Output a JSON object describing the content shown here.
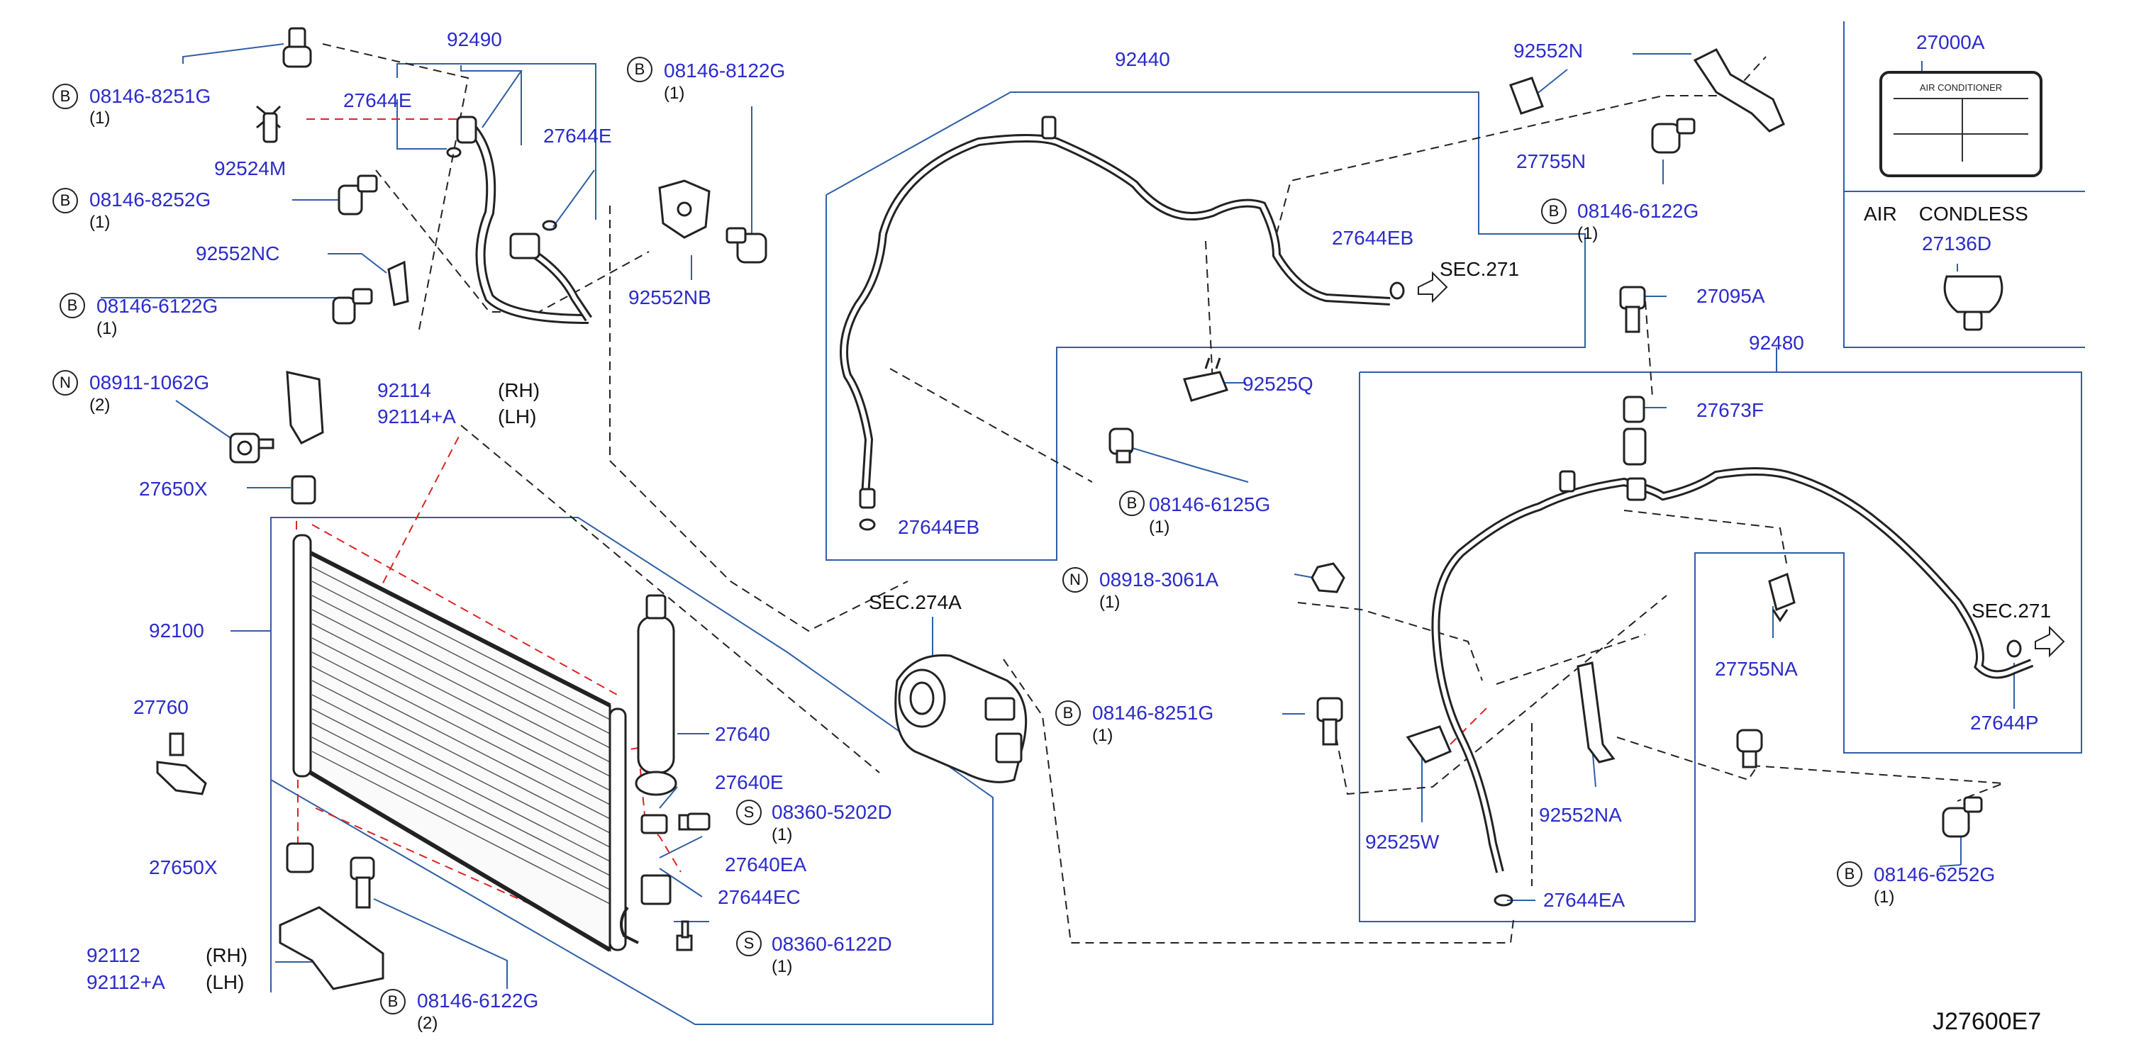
{
  "colors": {
    "part_number": "#2b2bcc",
    "leader": "#2e5fa6",
    "dashed": "#222222",
    "red_dashed": "#dd2222",
    "outline": "#222222"
  },
  "codes": {
    "diagram": "J27600E7"
  },
  "badges": {
    "b": "B",
    "n": "N",
    "s": "S"
  },
  "parts": {
    "p08146_8251G_a": "08146-8251G",
    "q08146_8251G_a": "(1)",
    "p92524M": "92524M",
    "p08146_8252G": "08146-8252G",
    "q08146_8252G": "(1)",
    "p92552NC": "92552NC",
    "p08146_6122G_a": "08146-6122G",
    "q08146_6122G_a": "(1)",
    "p08911_1062G": "08911-1062G",
    "q08911_1062G": "(2)",
    "p92114": "92114",
    "rh1": "(RH)",
    "p92114A": "92114+A",
    "lh1": "(LH)",
    "p27650X_a": "27650X",
    "p92100": "92100",
    "p27760": "27760",
    "p27650X_b": "27650X",
    "p92112": "92112",
    "rh2": "(RH)",
    "p92112A": "92112+A",
    "lh2": "(LH)",
    "p08146_6122G_b": "08146-6122G",
    "q08146_6122G_b": "(2)",
    "p92490": "92490",
    "p27644E_a": "27644E",
    "p27644E_b": "27644E",
    "p08146_8122G": "08146-8122G",
    "q08146_8122G": "(1)",
    "p92552NB": "92552NB",
    "p27640": "27640",
    "p27640E": "27640E",
    "p08360_5202D": "08360-5202D",
    "q08360_5202D": "(1)",
    "p27640EA": "27640EA",
    "p27644EC": "27644EC",
    "p08360_6122D": "08360-6122D",
    "q08360_6122D": "(1)",
    "sec274A": "SEC.274A",
    "p92440": "92440",
    "p27644EB_a": "27644EB",
    "sec271_a": "SEC.271",
    "p92525Q": "92525Q",
    "p08146_6125G": "08146-6125G",
    "q08146_6125G": "(1)",
    "p27644EB_b": "27644EB",
    "p08918_3061A": "08918-3061A",
    "q08918_3061A": "(1)",
    "p08146_8251G_b": "08146-8251G",
    "q08146_8251G_b": "(1)",
    "p92552N": "92552N",
    "p27755N": "27755N",
    "p08146_6122G_c": "08146-6122G",
    "q08146_6122G_c": "(1)",
    "p27000A": "27000A",
    "thumb_title": "AIR CONDITIONER",
    "air_condless": "AIR    CONDLESS",
    "p27136D": "27136D",
    "p27095A": "27095A",
    "p92480": "92480",
    "p27673F": "27673F",
    "p27755NA": "27755NA",
    "sec271_b": "SEC.271",
    "p27644P": "27644P",
    "p92525W": "92525W",
    "p92552NA": "92552NA",
    "p27644EA": "27644EA",
    "p08146_6252G": "08146-6252G",
    "q08146_6252G": "(1)"
  }
}
